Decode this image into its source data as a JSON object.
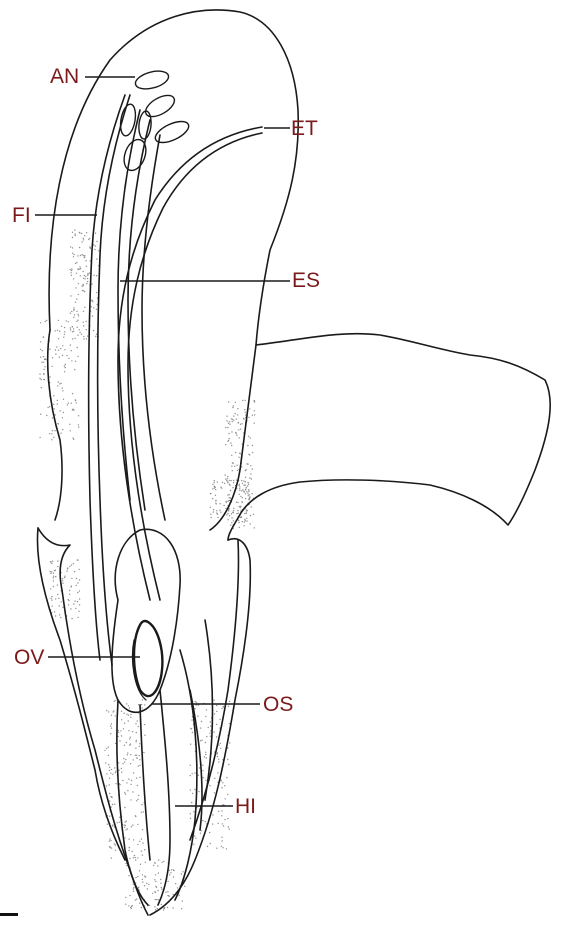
{
  "labels": {
    "an": "AN",
    "et": "ET",
    "fi": "FI",
    "es": "ES",
    "ov": "OV",
    "os": "OS",
    "hi": "HI"
  },
  "colors": {
    "label": "#7a1a1a",
    "ink": "#1a1a1a",
    "stipple": "#333333"
  }
}
